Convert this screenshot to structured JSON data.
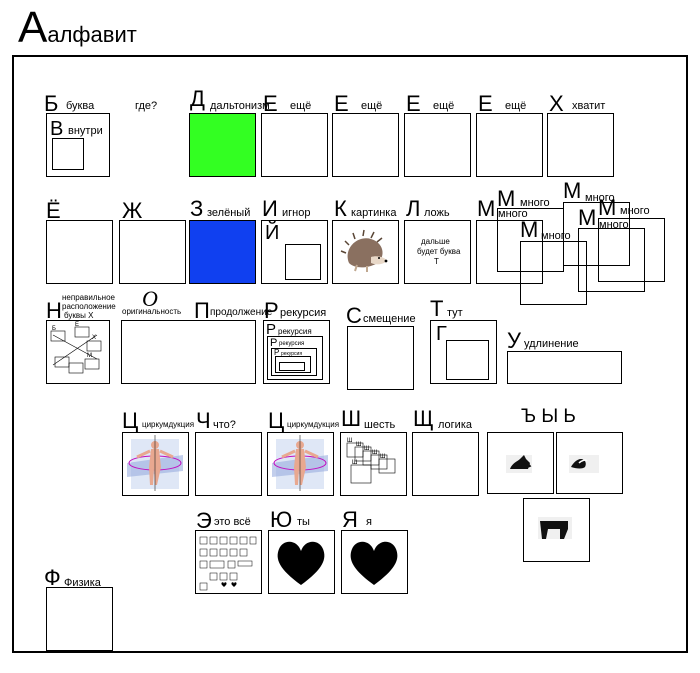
{
  "header": {
    "letter": "А",
    "word": "алфавит"
  },
  "row1": {
    "b_letter": "Б",
    "b_word": "буква",
    "where": "где?",
    "v_letter": "В",
    "v_word": "внутри",
    "d_letter": "Д",
    "d_word": "дальтонизм",
    "d_color": "#33ff22",
    "e_letter": "Е",
    "e_word": "ещё",
    "kh_letter": "Х",
    "kh_word": "хватит"
  },
  "row2": {
    "yo_letter": "Ё",
    "zh_letter": "Ж",
    "z_letter": "З",
    "z_word": "зелёный",
    "z_color": "#1040f0",
    "i_letter": "И",
    "i_word": "игнор",
    "y_letter": "Й",
    "k_letter": "К",
    "k_word": "картинка",
    "l_letter": "Л",
    "l_word": "ложь",
    "l_box_text": [
      "дальше",
      "будет буква",
      "Т"
    ],
    "m_letter": "М",
    "m_word": "много"
  },
  "row3": {
    "n_letter": "Н",
    "n_word": [
      "неправильное",
      "расположение",
      "буквы Х"
    ],
    "o_letter": "О",
    "o_word": "оригинальность",
    "p_letter": "П",
    "p_word": "продолжение",
    "r_letter": "Р",
    "r_word": "рекурсия",
    "s_letter": "С",
    "s_word": "смещение",
    "t_letter": "Т",
    "t_word": "тут",
    "g_letter": "Г",
    "u_letter": "У",
    "u_word": "удлинение"
  },
  "row4": {
    "ts_letter": "Ц",
    "ts_word": "циркумдукция",
    "ch_letter": "Ч",
    "ch_word": "что?",
    "sh_letter": "Ш",
    "sh_word": "шесть",
    "shch_letter": "Щ",
    "shch_word": "логика",
    "signs": "Ъ Ы Ь"
  },
  "row5": {
    "e2_letter": "Э",
    "e2_word": "это всё",
    "yu_letter": "Ю",
    "yu_word": "ты",
    "ya_letter": "Я",
    "ya_word": "я"
  },
  "row6": {
    "f_letter": "Ф",
    "f_word": "Физика"
  },
  "icons": {
    "hedgehog": "hedgehog-icon",
    "heart": "heart-icon",
    "body": "vitruvian-figure-icon",
    "cat": "cat-icon"
  }
}
